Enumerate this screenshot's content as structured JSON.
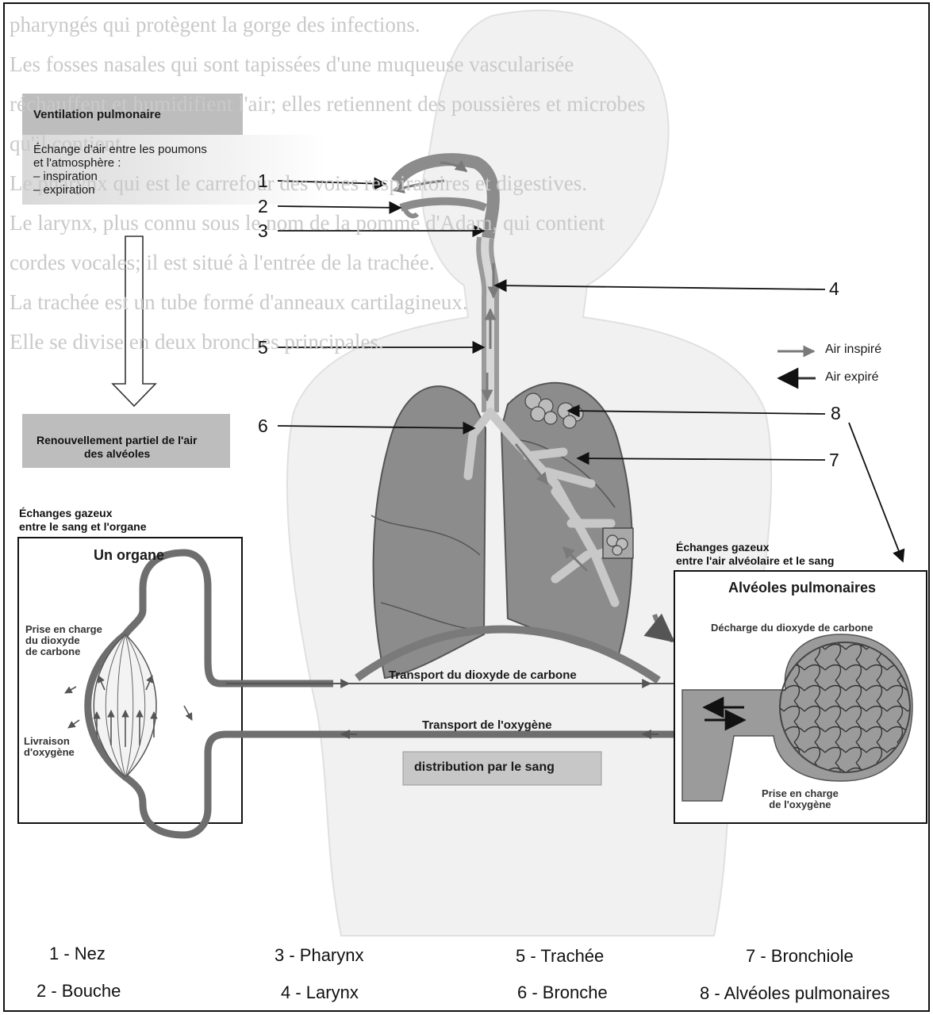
{
  "background_text": [
    "pharyngés qui protègent la gorge des infections.",
    "Les fosses nasales qui sont tapissées d'une muqueuse vascularisée",
    "réchauffent et humidifient l'air; elles retiennent des poussières et microbes",
    "qu'il contient.",
    "Le pharynx qui est le carrefour des voies respiratoires et digestives.",
    "Le larynx, plus connu sous le nom de la pomme d'Adam, qui contient",
    "cordes vocales; il est situé à l'entrée de la trachée.",
    "La trachée est un tube formé d'anneaux cartilagineux.",
    "Elle se divise en deux bronches principales."
  ],
  "panels": {
    "ventilation": {
      "title": "Ventilation pulmonaire",
      "body_line1": "Échange d'air entre les poumons",
      "body_line2": "et l'atmosphère :",
      "item1": "– inspiration",
      "item2": "– expiration"
    },
    "renewal": {
      "line1": "Renouvellement partiel de l'air",
      "line2": "des alvéoles"
    },
    "distribution": "distribution par le sang"
  },
  "organ_box": {
    "caption_line1": "Échanges gazeux",
    "caption_line2": "entre le sang et l'organe",
    "title": "Un organe",
    "co2_line1": "Prise en charge",
    "co2_line2": "du dioxyde",
    "co2_line3": "de carbone",
    "o2_line1": "Livraison",
    "o2_line2": "d'oxygène"
  },
  "alveoli_box": {
    "caption_line1": "Échanges gazeux",
    "caption_line2": "entre l'air alvéolaire et le sang",
    "title": "Alvéoles pulmonaires",
    "co2": "Décharge du dioxyde de carbone",
    "o2_line1": "Prise en charge",
    "o2_line2": "de l'oxygène"
  },
  "transport": {
    "co2": "Transport du dioxyde de carbone",
    "o2": "Transport de l'oxygène"
  },
  "air_legend": {
    "inspired": "Air inspiré",
    "expired": "Air expiré"
  },
  "numbers": [
    "1",
    "2",
    "3",
    "4",
    "5",
    "6",
    "7",
    "8"
  ],
  "legend": [
    "1 - Nez",
    "2 - Bouche",
    "3 - Pharynx",
    "4 - Larynx",
    "5 - Trachée",
    "6 - Bronche",
    "7 - Bronchiole",
    "8 - Alvéoles pulmonaires"
  ],
  "colors": {
    "tissue": "#8c8c8c",
    "vessel": "#6e6e6e",
    "air_arrow": "#8a8a8a",
    "line": "#1a1a1a",
    "panel": "#c4c4c4"
  }
}
